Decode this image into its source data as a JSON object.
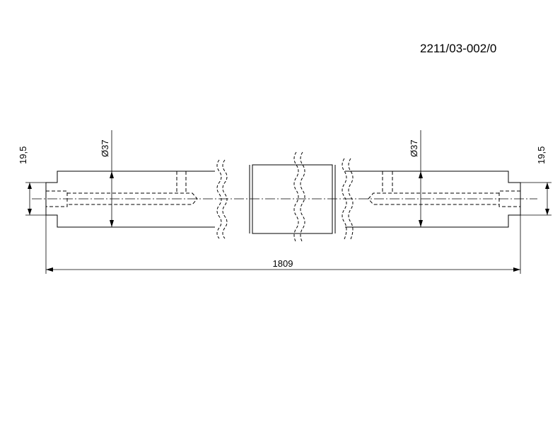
{
  "drawing": {
    "number": "2211/03-002/0",
    "dimensions": {
      "overall_length": "1809",
      "left_diameter": "Ø37",
      "right_diameter": "Ø37",
      "left_end_bore": "19,5",
      "right_end_bore": "19,5"
    }
  }
}
